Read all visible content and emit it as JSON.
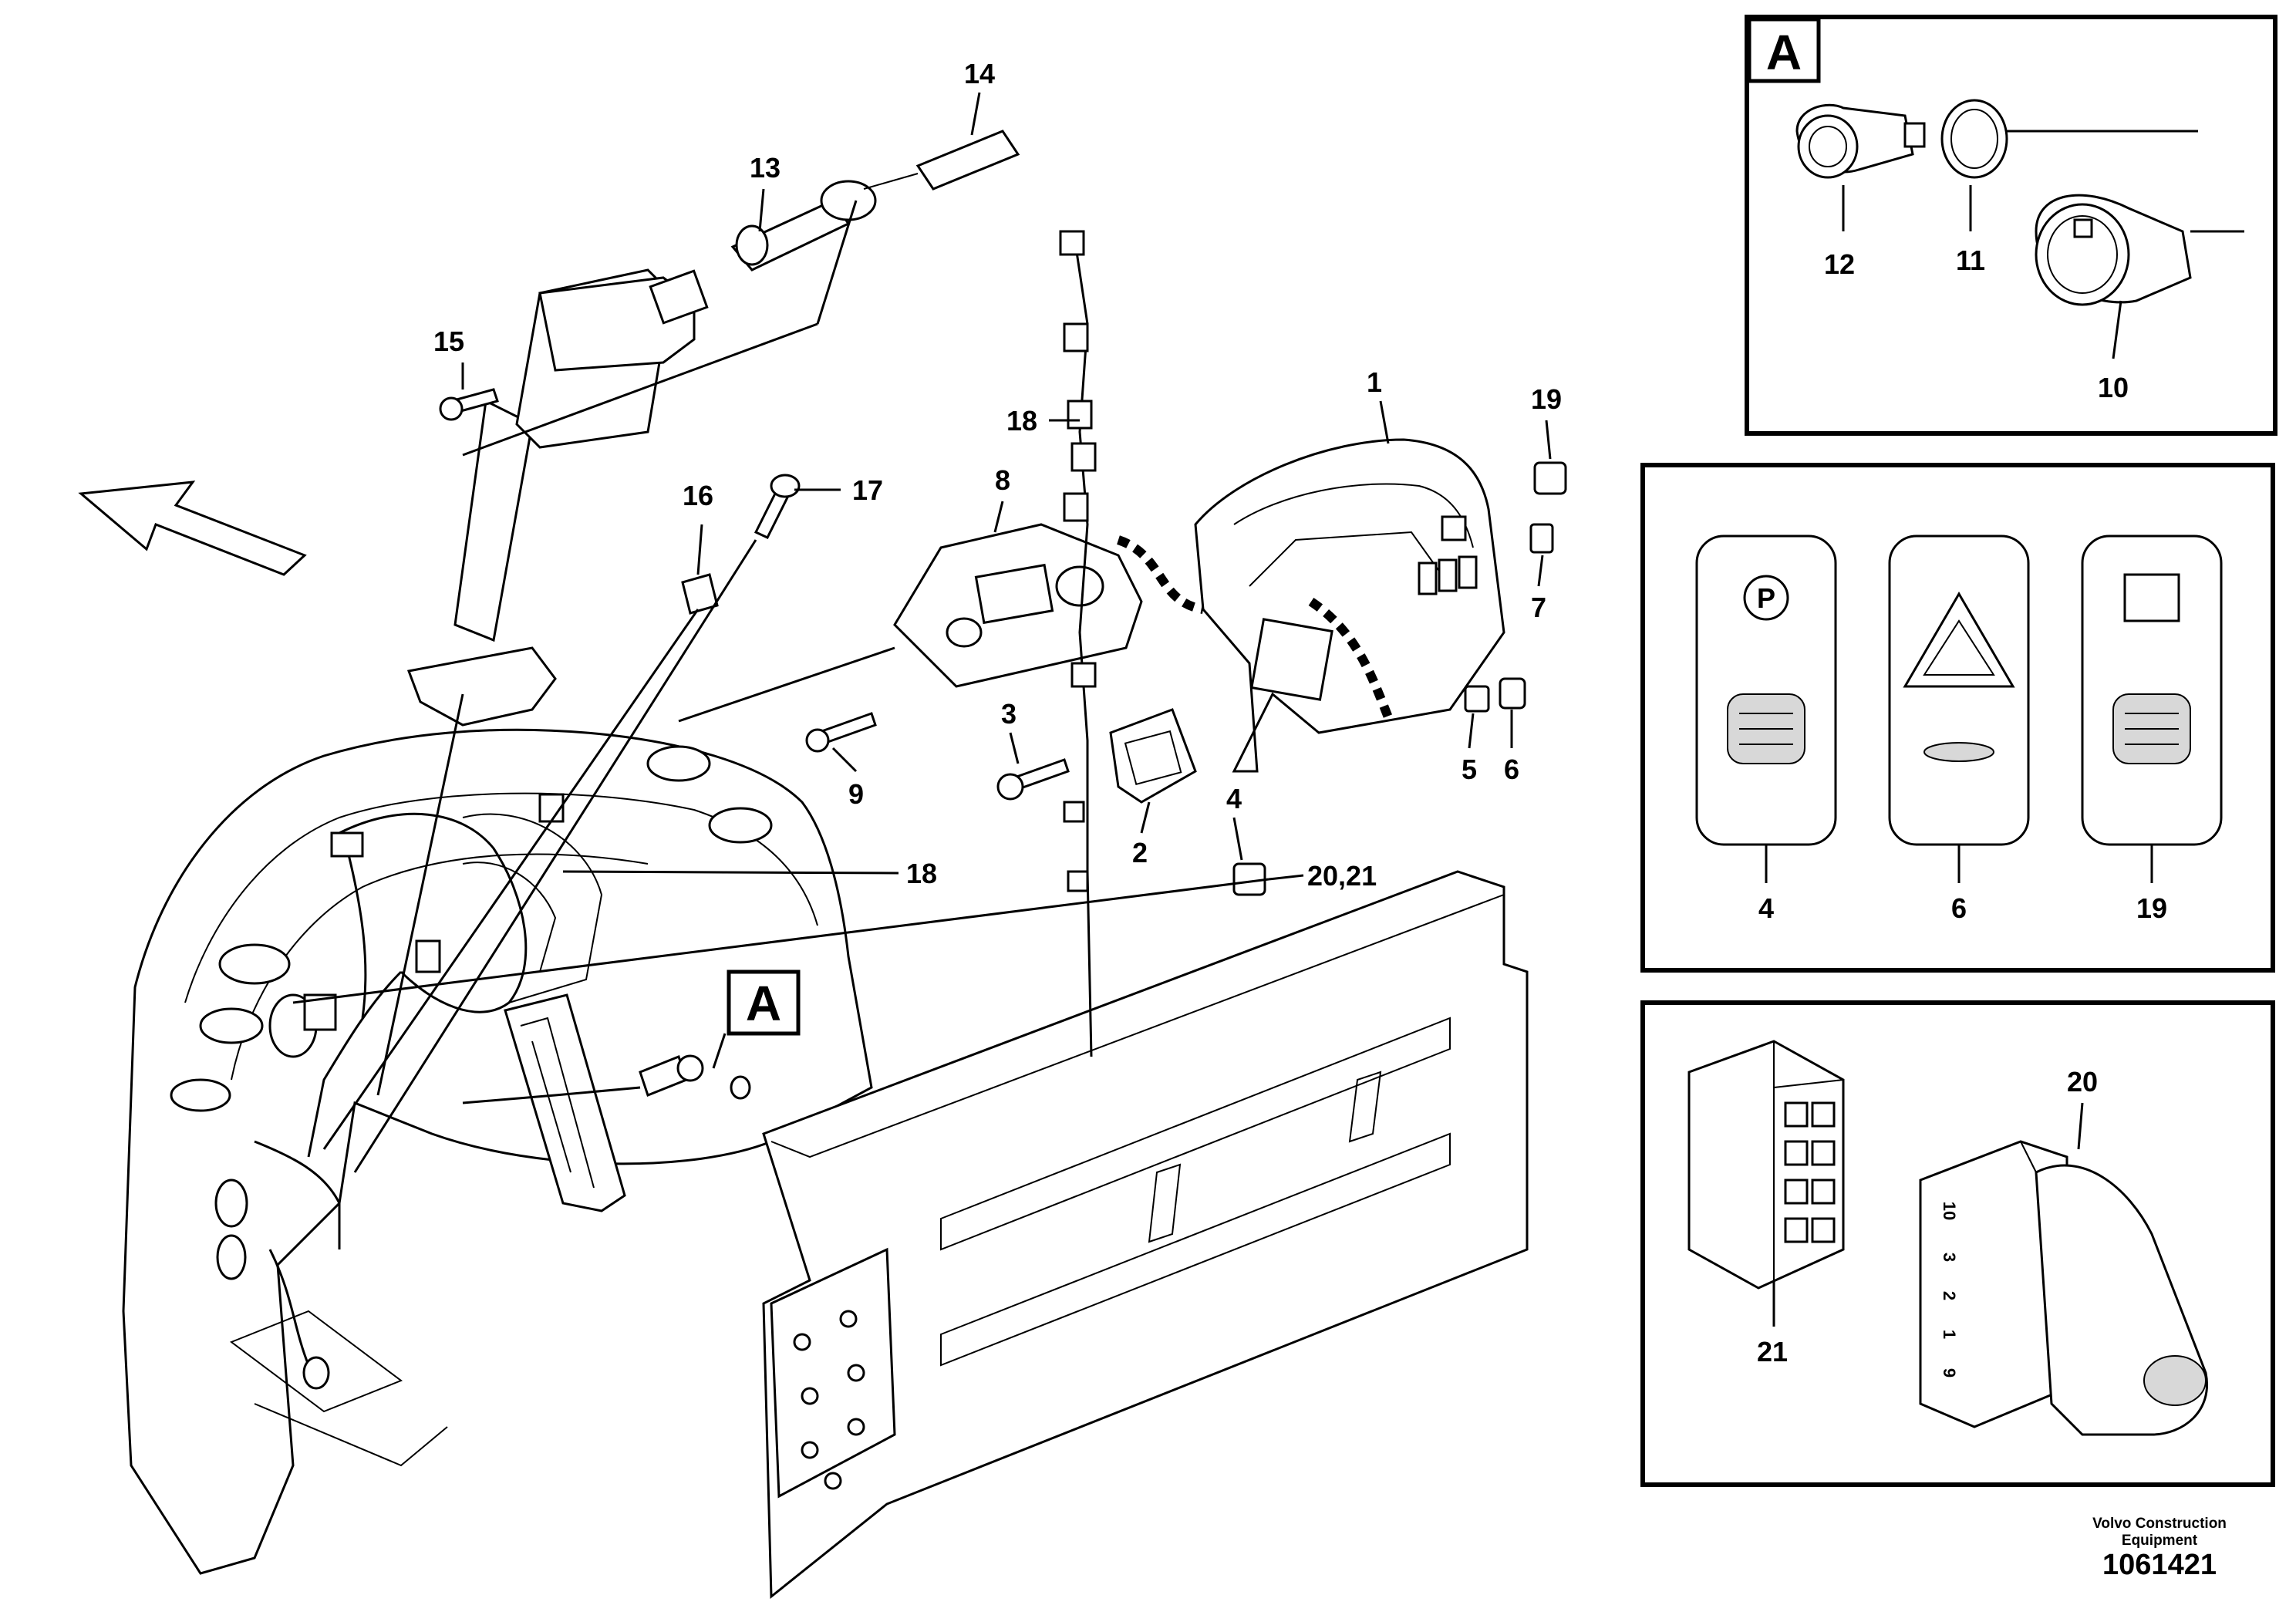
{
  "callouts": {
    "c1": "1",
    "c2": "2",
    "c3": "3",
    "c4": "4",
    "c5": "5",
    "c6": "6",
    "c7": "7",
    "c8": "8",
    "c9": "9",
    "c13": "13",
    "c14": "14",
    "c15": "15",
    "c16": "16",
    "c17": "17",
    "c18a": "18",
    "c18b": "18",
    "c19": "19",
    "c2021": "20,21"
  },
  "detail_a": {
    "letter": "A",
    "c10": "10",
    "c11": "11",
    "c12": "12"
  },
  "view_marker": {
    "letter": "A"
  },
  "switch_panel": {
    "c4": "4",
    "c6": "6",
    "c19": "19",
    "symbol_p": "P"
  },
  "connector_panel": {
    "c20": "20",
    "c21": "21",
    "pins": [
      "10",
      "3",
      "2",
      "1",
      "9"
    ]
  },
  "footer": {
    "brand_line1": "Volvo Construction",
    "brand_line2": "Equipment",
    "drawing_number": "1061421"
  }
}
